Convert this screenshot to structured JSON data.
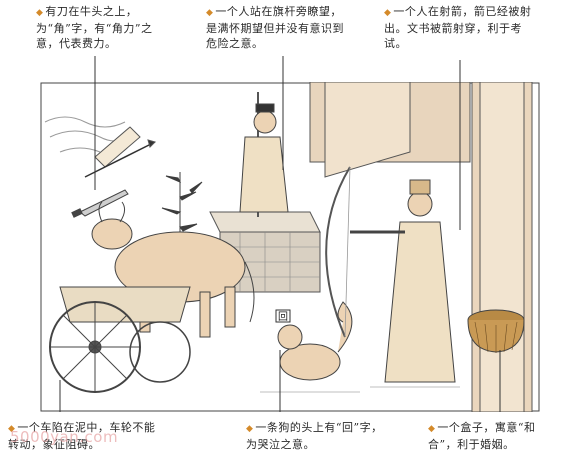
{
  "captions": {
    "top_left": "有刀在牛头之上，为“角”字，有“角力”之意，代表费力。",
    "top_middle": "一个人站在旗杆旁瞭望，是满怀期望但并没有意识到危险之意。",
    "top_right": "一个人在射箭，箭已经被射出。文书被箭射穿，利于考试。",
    "bottom_left": "一个车陷在泥中，车轮不能转动，象征阻碍。",
    "bottom_middle": "一条狗的头上有“回”字，为哭泣之意。",
    "bottom_right": "一个盒子，寓意“和合”，利于婚姻。"
  },
  "symbols": {
    "hui": "回"
  },
  "watermark": "5000yan.com",
  "icons": {
    "bullet": "diamond-bullet-icon"
  },
  "colors": {
    "bullet": "#d48a2a",
    "line": "#333333",
    "skin": "#ecd3b4",
    "robe": "#efe0c4"
  }
}
